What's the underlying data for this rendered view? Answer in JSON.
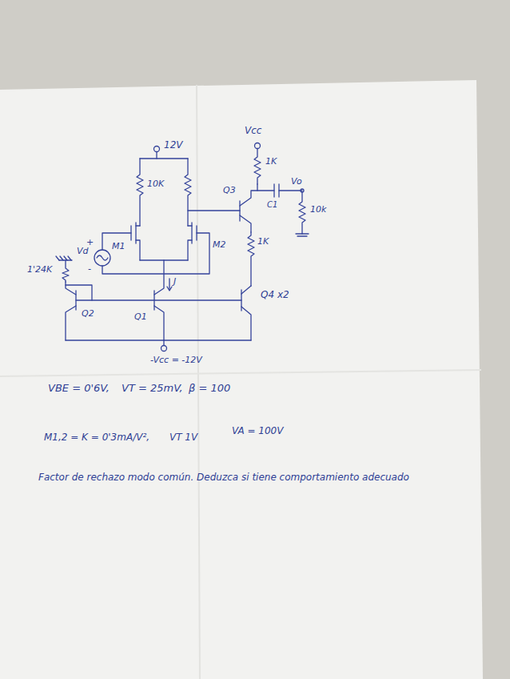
{
  "diagram": {
    "labels": [
      "12V",
      "Vcc",
      "10K",
      "1K",
      "Q3",
      "C1",
      "Vo",
      "10k",
      "1K",
      "M1",
      "M2",
      "Vd",
      "+",
      "-",
      "J",
      "1'24K",
      "Q2",
      "Q1",
      "Q4 x2",
      "-Vcc = -12V",
      "VBE = 0'6V,",
      "VT = 25mV,",
      "β = 100",
      "M1,2 = K = 0'3mA/V²,",
      "VT 1V",
      "VA = 100V",
      "Factor de rechazo modo común. Deduzca si tiene comportamiento adecuado"
    ]
  }
}
